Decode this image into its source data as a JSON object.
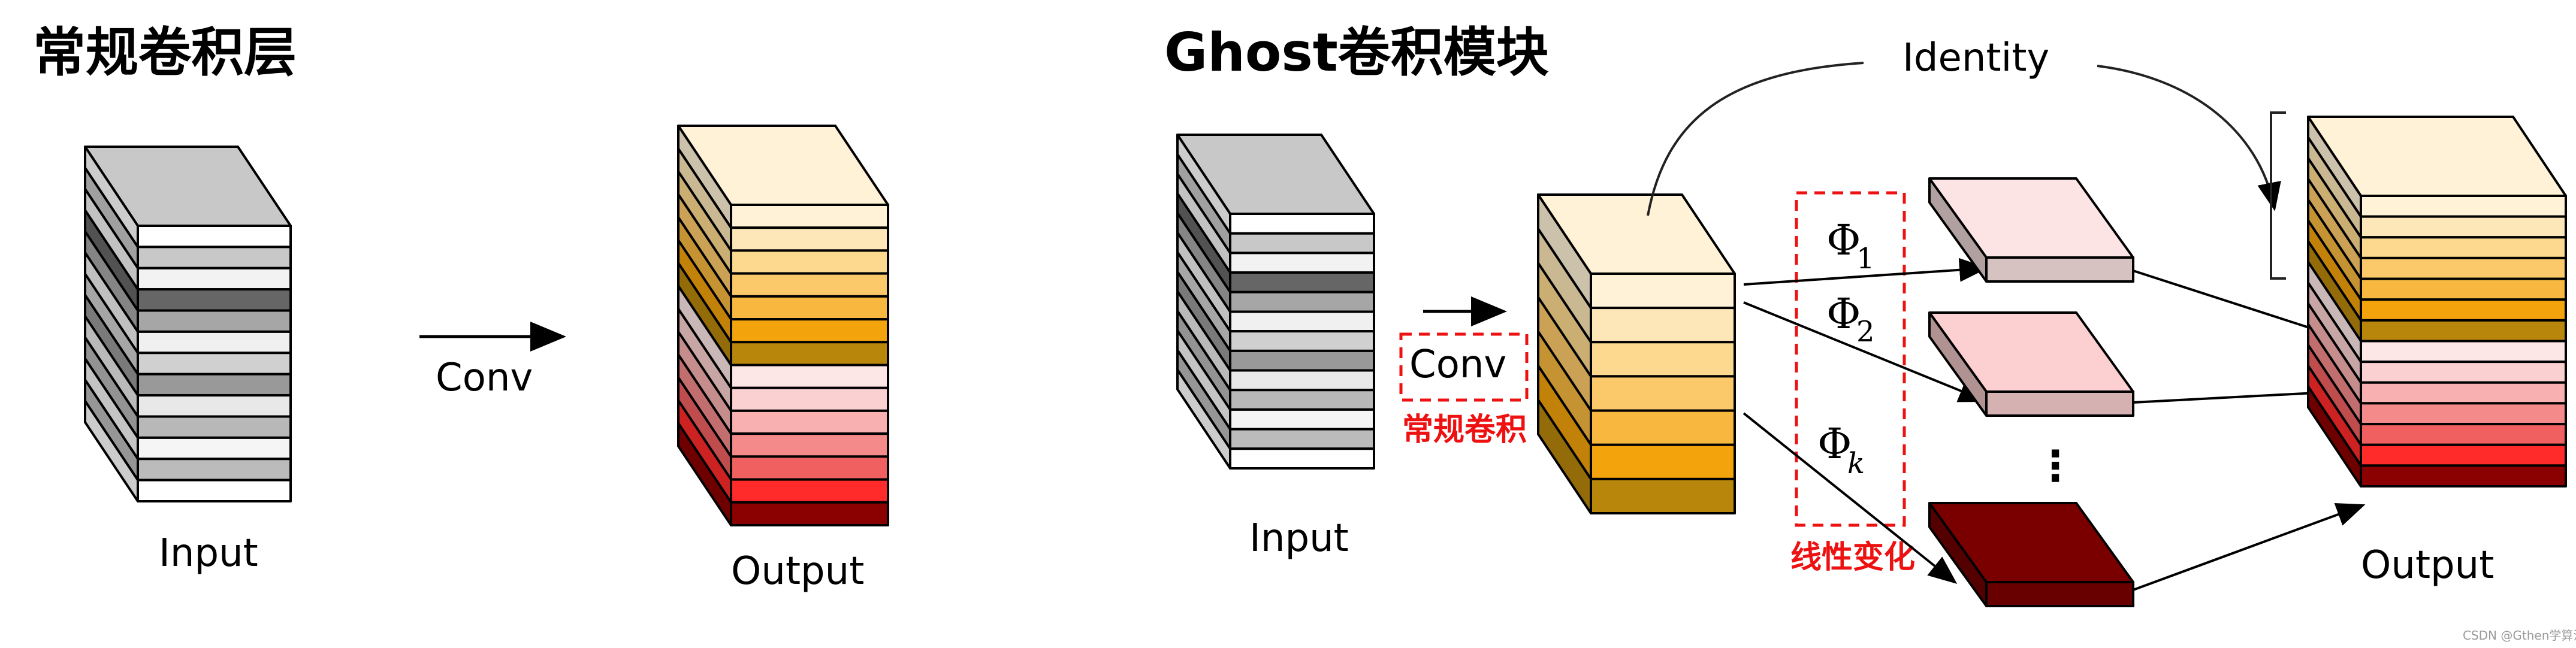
{
  "left_panel": {
    "title": "常规卷积层",
    "conv_label": "Conv",
    "input_label": "Input",
    "output_label": "Output"
  },
  "right_panel": {
    "title": "Ghost卷积模块",
    "identity_label": "Identity",
    "conv_label": "Conv",
    "conv_note": "常规卷积",
    "linear_note": "线性变化",
    "input_label": "Input",
    "output_label": "Output",
    "phi_symbol": "Φ",
    "phi_subscripts": [
      "1",
      "2",
      "k"
    ],
    "dots": "⋮"
  },
  "watermark": "CSDN @Gthen学算法",
  "colors": {
    "input_layers": [
      "#ffffff",
      "#c8c8c8",
      "#f2f2f2",
      "#666666",
      "#a6a6a6",
      "#f0f0f0",
      "#d0d0d0",
      "#999999",
      "#e8e8e8",
      "#b8b8b8",
      "#f5f5f5",
      "#bbbbbb",
      "#ffffff"
    ],
    "output_orange_layers": [
      "#fff2d6",
      "#fde6b8",
      "#fdd98f",
      "#fcc96a",
      "#f8b840",
      "#f3a30b",
      "#b8860b"
    ],
    "output_red_layers": [
      "#fde6e6",
      "#fbd0d0",
      "#f8b0b0",
      "#f48a8a",
      "#f06060",
      "#ff2a2a",
      "#8b0000"
    ],
    "ghost_intrinsic_layers": [
      "#fff2d6",
      "#fde6b8",
      "#fdd98f",
      "#fcc96a",
      "#f8b840",
      "#f3a30b",
      "#b8860b"
    ],
    "ghost_maps": [
      "#fde4e4",
      "#fcd0d0",
      "#7a0000"
    ],
    "annotation_red": "#e11111"
  }
}
